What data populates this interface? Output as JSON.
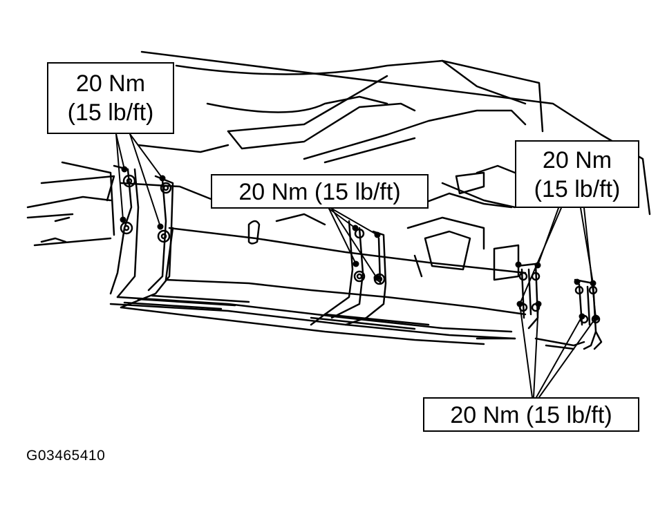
{
  "callouts": {
    "top_left": {
      "line1": "20 Nm",
      "line2": "(15 lb/ft)"
    },
    "center": {
      "text": "20 Nm (15 lb/ft)"
    },
    "right": {
      "line1": "20 Nm",
      "line2": "(15 lb/ft)"
    },
    "bottom": {
      "text": "20 Nm (15 lb/ft)"
    }
  },
  "figure_code": "G03465410",
  "colors": {
    "ink": "#000000",
    "paper": "#ffffff"
  }
}
